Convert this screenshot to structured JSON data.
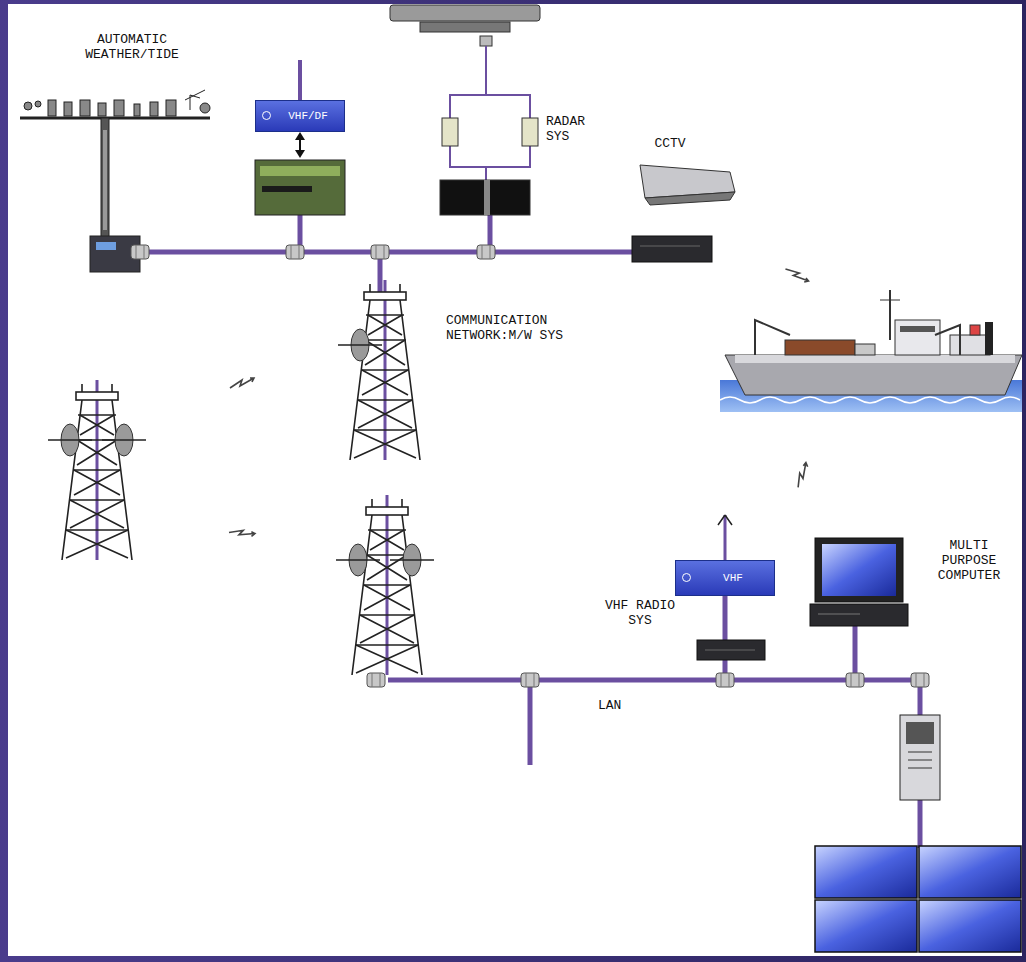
{
  "diagram": {
    "nodes": [
      {
        "text": [
          "VHF/DF"
        ]
      },
      {
        "text": [
          "VHF"
        ]
      }
    ],
    "labels": [
      "AUTOMATIC WEATHER/TIDE",
      "RADAR SYS",
      "CCTV",
      "COMMUNICATION NETWORK:M/W SYS",
      "VHF RADIO SYS",
      "MULTI PURPOSE COMPUTER",
      "LAN"
    ]
  }
}
